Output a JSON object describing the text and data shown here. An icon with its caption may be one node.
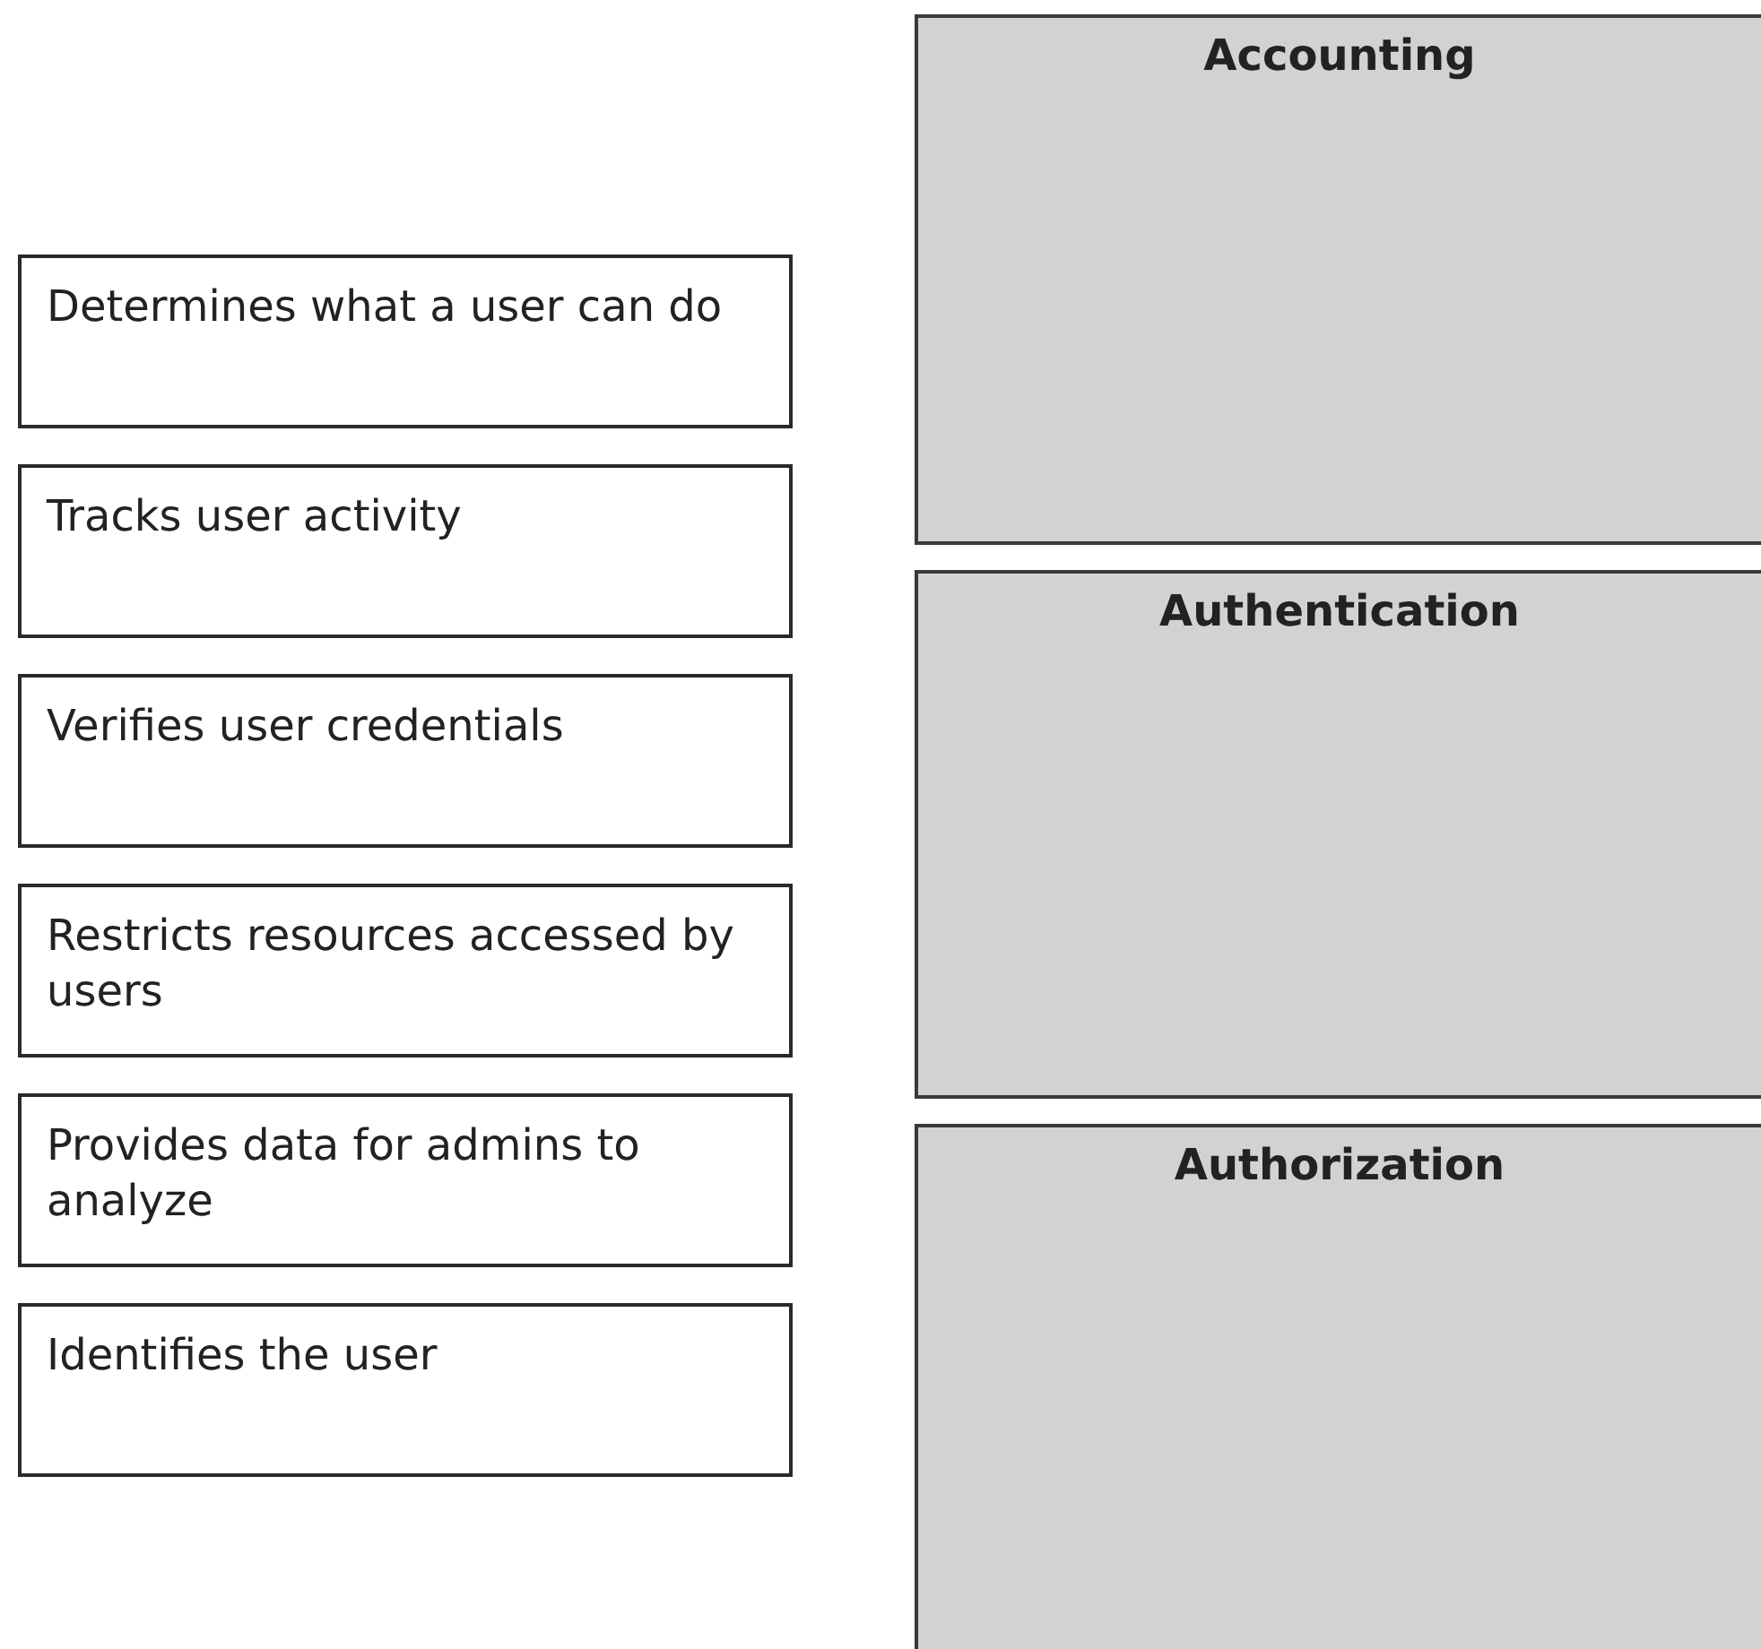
{
  "diagram": {
    "nodes": [
      {
        "text": [
          "Determines what a user can do"
        ]
      },
      {
        "text": [
          "Tracks user activity"
        ]
      },
      {
        "text": [
          "Verifies user credentials"
        ]
      },
      {
        "text": [
          "Restricts resources accessed by users"
        ]
      },
      {
        "text": [
          "Provides data for admins to analyze"
        ]
      },
      {
        "text": [
          "Identifies the user"
        ]
      },
      {
        "text": [
          "Accounting"
        ]
      },
      {
        "text": [
          "Authentication"
        ]
      },
      {
        "text": [
          "Authorization"
        ]
      }
    ]
  }
}
